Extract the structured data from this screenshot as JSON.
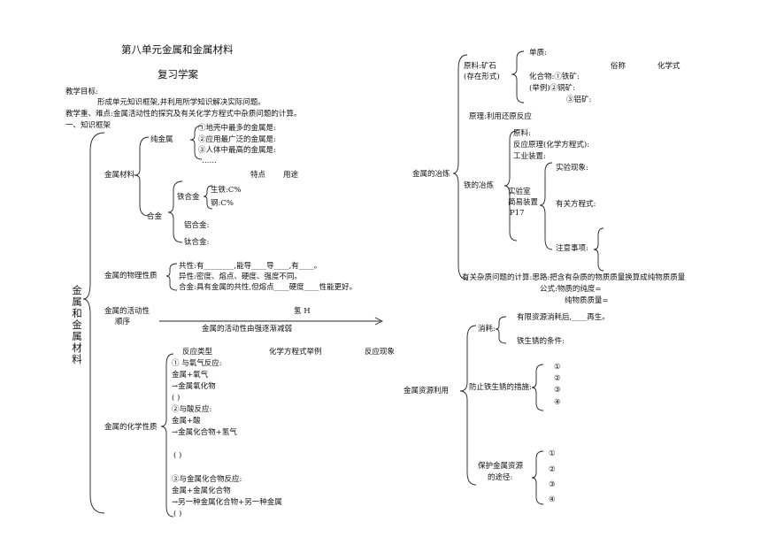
{
  "header": {
    "unit_title": "第八单元金属和金属材料",
    "sub_title": "复习学案",
    "goal_label": "教学目标:",
    "goal_text": "形成单元知识框架,并利用所学知识解决实际问题。",
    "key_points": "教学重、难点:金属活动性的探究及有关化学方程式中杂质问题的计算。",
    "section": "一、知识框架"
  },
  "left": {
    "main_topic": [
      "金",
      "属",
      "和",
      "金",
      "属",
      "材",
      "料"
    ],
    "materials": {
      "label": "金属材料",
      "pure_metal": {
        "label": "纯金属",
        "items": [
          "①地壳中最多的金属是:",
          "②应用最广泛的金属是:",
          "③人体中最高的金属是:",
          "……"
        ]
      },
      "feature_label": "特点",
      "use_label": "用途",
      "alloy": {
        "label": "合金",
        "iron_alloy_label": "铁合金",
        "pig_iron": "生铁:C%",
        "steel": "钢:C%",
        "aluminum_alloy": "铝合金:",
        "titanium_alloy": "钛合金:"
      }
    },
    "physical": {
      "label": "金属的物理性质",
      "items": [
        "共性:有________,能导____导____,有____。",
        "异性:密度、熔点、硬度、强度不同。",
        "合金:具有金属的共性,但熔点____硬度____性能更好。"
      ]
    },
    "activity": {
      "label_line1": "金属的活动性",
      "label_line2": "顺序",
      "marker": "氢 H",
      "caption": "金属的活动性由强逐渐减弱"
    },
    "chemical": {
      "label": "金属的化学性质",
      "col_type": "反应类型",
      "col_equation": "化学方程式举例",
      "col_phenomenon": "反应现象",
      "oxygen": [
        "① 与氧气反应:",
        "金属+氧气",
        "→金属氧化物",
        "(          )"
      ],
      "acid": [
        "②与酸反应:",
        "金属+酸",
        "→金属化合物+氢气"
      ],
      "acid_blank": "(          )",
      "compound": [
        "③与金属化合物反应:",
        "金属+金属化合物",
        "→另一种金属化合物+另一种金属",
        "(          )"
      ]
    }
  },
  "right": {
    "smelting": {
      "label": "金属的冶炼",
      "raw_label_line1": "原料:矿石",
      "raw_label_line2": "(存在形式)",
      "elemental": "单质:",
      "common_name": "俗称",
      "formula": "化学式",
      "compound_line1": "化合物:①铁矿:",
      "compound_line2": "(举例)②铜矿:",
      "compound_line3": "③铝矿:",
      "principle": "原理:利用还原反应",
      "iron": {
        "label": "铁的冶炼",
        "raw": "原料:",
        "reaction": "反应原理(化学方程式):",
        "equipment": "工业装置:",
        "lab_line1": "实验室",
        "lab_line2": "简易装置",
        "lab_line3": "P17",
        "phenomenon": "实验现象:",
        "equation": "有关方程式:",
        "notes": "注意事项:"
      },
      "impurity_line1": "有关杂质问题的计算:思路:把含有杂质的物质质量换算成纯物质质量",
      "impurity_line2": "公式:物质的纯度=",
      "impurity_line3": "纯物质质量="
    },
    "resources": {
      "label": "金属资源利用",
      "consume": "消耗:",
      "limited": "有限资源消耗后,____再生。",
      "rust_condition": "铁生锈的条件:",
      "prevent_label": "防止铁生锈的措施:",
      "prevent_items": [
        "①",
        "②",
        "③",
        "④"
      ],
      "protect_line1": "保护金属资源",
      "protect_line2": "的途径:",
      "protect_items": [
        "①",
        "②",
        "③",
        "④"
      ]
    }
  }
}
